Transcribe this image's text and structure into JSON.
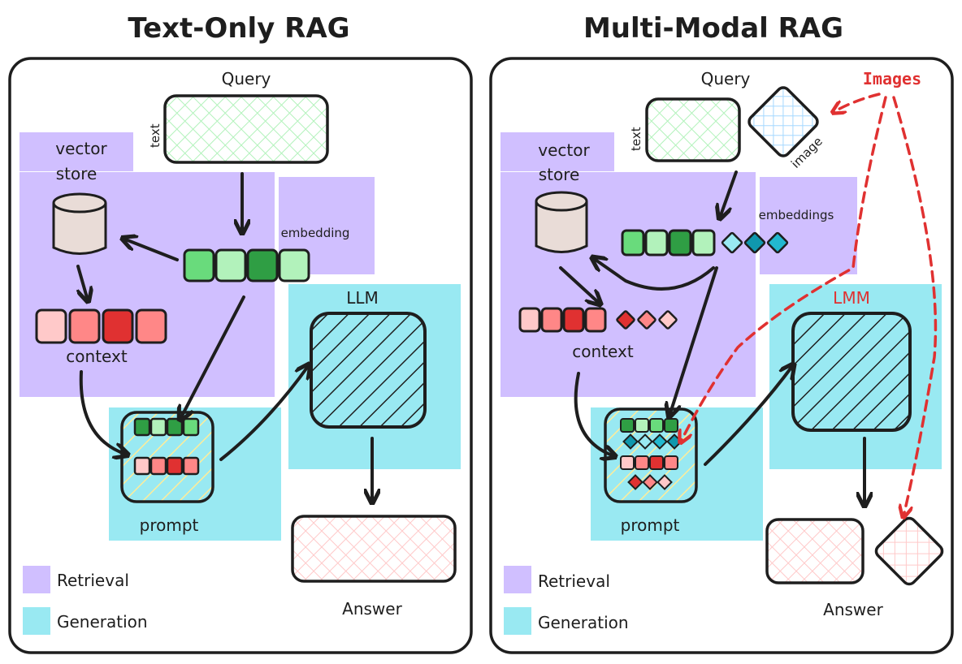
{
  "left_panel": {
    "title": "Text-Only RAG",
    "query_label": "Query",
    "text_label": "text",
    "vector_store_label_1": "vector",
    "vector_store_label_2": "store",
    "embedding_label": "embedding",
    "llm_label": "LLM",
    "context_label": "context",
    "prompt_label": "prompt",
    "answer_label": "Answer",
    "legend": [
      {
        "label": "Retrieval",
        "color": "#d0bfff"
      },
      {
        "label": "Generation",
        "color": "#99e9f2"
      }
    ]
  },
  "right_panel": {
    "title": "Multi-Modal RAG",
    "query_label": "Query",
    "text_label": "text",
    "image_label": "image",
    "images_label": "Images",
    "vector_store_label_1": "vector",
    "vector_store_label_2": "store",
    "embedding_label": "embeddings",
    "lmm_label": "LMM",
    "context_label": "context",
    "prompt_label": "prompt",
    "answer_label": "Answer",
    "legend": [
      {
        "label": "Retrieval",
        "color": "#d0bfff"
      },
      {
        "label": "Generation",
        "color": "#99e9f2"
      }
    ]
  },
  "colors": {
    "retrieval": "#d0bfff",
    "generation": "#99e9f2",
    "accent_red": "#e03131",
    "ink": "#1e1e1e"
  }
}
